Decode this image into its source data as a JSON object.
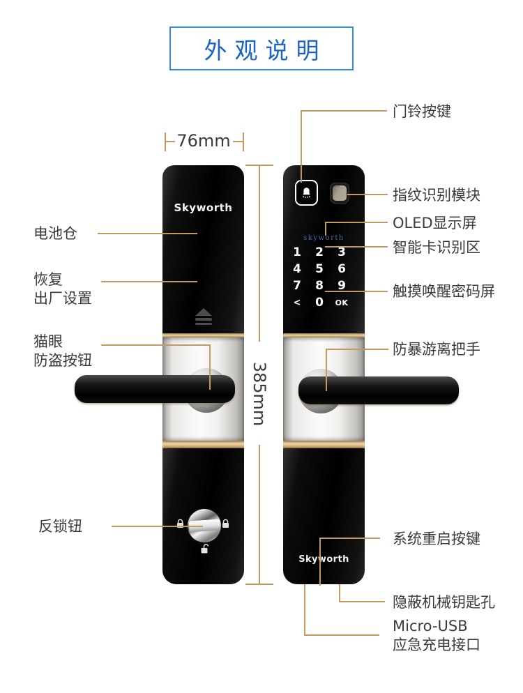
{
  "title": "外观说明",
  "dimensions": {
    "width": "76mm",
    "height": "385mm"
  },
  "labels": {
    "battery": "电池仓",
    "factory_reset_line1": "恢复",
    "factory_reset_line2": "出厂设置",
    "peephole_line1": "猫眼",
    "peephole_line2": "防盗按钮",
    "deadbolt": "反锁钮",
    "doorbell": "门铃按键",
    "fingerprint": "指纹识别模块",
    "oled": "OLED显示屏",
    "smartcard": "智能卡识别区",
    "touchscreen": "触摸唤醒密码屏",
    "handle": "防暴游离把手",
    "restart": "系统重启按键",
    "keyhole": "隐蔽机械钥匙孔",
    "usb_line1": "Micro-USB",
    "usb_line2": "应急充电接口"
  },
  "lock": {
    "brand_back": "Skyworth",
    "brand_front": "Skyworth",
    "oled_screen_text": "skyworth",
    "keypad": [
      "1",
      "2",
      "3",
      "4",
      "5",
      "6",
      "7",
      "8",
      "9",
      "<",
      "0",
      "OK"
    ]
  },
  "colors": {
    "annotation_line": "#c49a62",
    "title_text": "#1a63c8",
    "title_border": "#2e8fdb",
    "label_text": "#3a3a3a",
    "gold_trim": "#d9b87c",
    "oled_brand_blue": "#4a6aa8"
  }
}
